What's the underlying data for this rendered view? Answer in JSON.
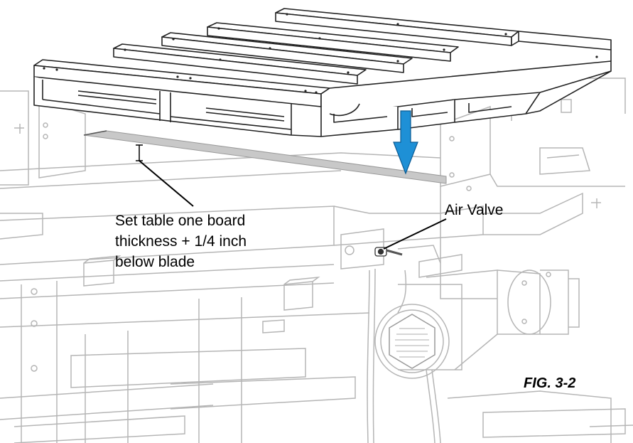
{
  "callouts": {
    "table_setting": {
      "line1": "Set table one board",
      "line2": "thickness + 1/4 inch",
      "line3": "below blade"
    },
    "air_valve": "Air Valve"
  },
  "figure_label": "FIG. 3-2",
  "colors": {
    "arrow": "#1e90d6",
    "blade": "#c8c8c8",
    "line_art": "#b5b5b5",
    "pallet": "#222222"
  }
}
